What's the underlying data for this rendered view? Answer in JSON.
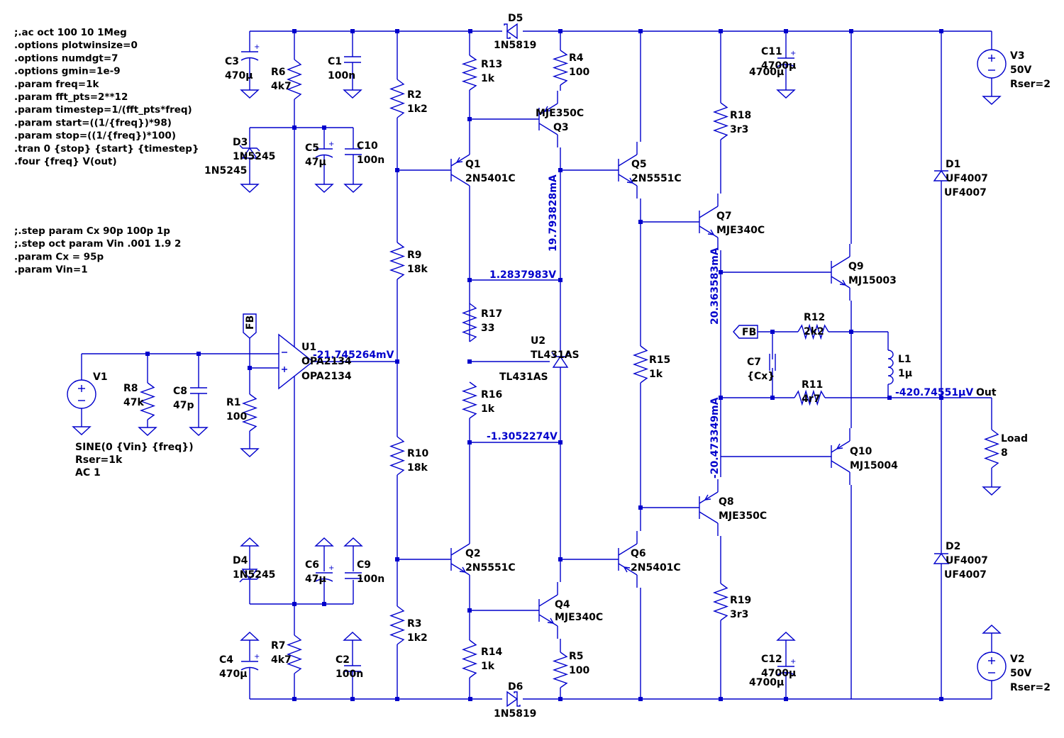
{
  "directives": [
    ";.ac oct 100 10 1Meg",
    ".options plotwinsize=0",
    ".options numdgt=7",
    ".options gmin=1e-9",
    ".param freq=1k",
    ".param fft_pts=2**12",
    ".param timestep=1/(fft_pts*freq)",
    ".param start=((1/{freq})*98)",
    ".param stop=((1/{freq})*100)",
    ".tran 0 {stop} {start} {timestep}",
    ".four {freq} V(out)"
  ],
  "directives2": [
    ";.step param Cx 90p 100p 1p",
    ";.step oct param Vin .001 1.9 2",
    ".param Cx = 95p",
    ".param Vin=1"
  ],
  "components": {
    "C3": [
      "C3",
      "470µ"
    ],
    "R6": [
      "R6",
      "4k7"
    ],
    "C1": [
      "C1",
      "100n"
    ],
    "D5": [
      "D5",
      "1N5819"
    ],
    "R13": [
      "R13",
      "1k"
    ],
    "R4": [
      "R4",
      "100"
    ],
    "Q3": [
      "MJE350C",
      "Q3"
    ],
    "C11": [
      "C11",
      "4700µ"
    ],
    "V3": [
      "V3",
      "50V",
      "Rser=2"
    ],
    "D3": [
      "D3",
      "1N5245"
    ],
    "C5": [
      "C5",
      "47µ"
    ],
    "C10": [
      "C10",
      "100n"
    ],
    "R2": [
      "R2",
      "1k2"
    ],
    "Q1": [
      "Q1",
      "2N5401C"
    ],
    "Q5": [
      "Q5",
      "2N5551C"
    ],
    "R18": [
      "R18",
      "3r3"
    ],
    "D1": [
      "D1",
      "UF4007"
    ],
    "Q7": [
      "Q7",
      "MJE340C"
    ],
    "R9": [
      "R9",
      "18k"
    ],
    "Q9": [
      "Q9",
      "MJ15003"
    ],
    "R17": [
      "R17",
      "33"
    ],
    "R12": [
      "R12",
      "2k2"
    ],
    "U1": [
      "U1",
      "OPA2134"
    ],
    "U2": [
      "U2",
      "TL431AS"
    ],
    "V1": [
      "V1"
    ],
    "R8": [
      "R8",
      "47k"
    ],
    "C8": [
      "C8",
      "47p"
    ],
    "R1": [
      "R1",
      "100"
    ],
    "V1src": [
      "SINE(0 {Vin} {freq})",
      "Rser=1k",
      "AC 1"
    ],
    "R15": [
      "R15",
      "1k"
    ],
    "C7": [
      "C7",
      "{Cx}"
    ],
    "L1": [
      "L1",
      "1µ"
    ],
    "R16": [
      "R16",
      "1k"
    ],
    "R11": [
      "R11",
      "4r7"
    ],
    "Load": [
      "Load",
      "8"
    ],
    "R10": [
      "R10",
      "18k"
    ],
    "Q10": [
      "Q10",
      "MJ15004"
    ],
    "Q8": [
      "Q8",
      "MJE350C"
    ],
    "D4": [
      "D4",
      "1N5245"
    ],
    "C6": [
      "C6",
      "47µ"
    ],
    "C9": [
      "C9",
      "100n"
    ],
    "Q2": [
      "Q2",
      "2N5551C"
    ],
    "Q6": [
      "Q6",
      "2N5401C"
    ],
    "D2": [
      "D2",
      "UF4007"
    ],
    "Q4": [
      "Q4",
      "MJE340C"
    ],
    "R19": [
      "R19",
      "3r3"
    ],
    "R3": [
      "R3",
      "1k2"
    ],
    "C4": [
      "C4",
      "470µ"
    ],
    "R7": [
      "R7",
      "4k7"
    ],
    "C2": [
      "C2",
      "100n"
    ],
    "R14": [
      "R14",
      "1k"
    ],
    "R5": [
      "R5",
      "100"
    ],
    "C12": [
      "C12",
      "4700µ"
    ],
    "V2": [
      "V2",
      "50V",
      "Rser=2"
    ],
    "D6": [
      "D6",
      "1N5819"
    ]
  },
  "flags": {
    "fb_opamp": "FB",
    "fb_out": "FB",
    "out": "Out"
  },
  "measurements": {
    "u1_out": "-21.745264mV",
    "q3_current": "19.793828mA",
    "v_pos": "1.2837983V",
    "v_neg": "-1.3052274V",
    "q7_current": "20.363583mA",
    "q8_current": "-20.473349mA",
    "out_voltage": "-420.74551µV"
  },
  "colors": {
    "wire": "#0000cc",
    "text": "#000000",
    "measurement": "#0000cc"
  }
}
